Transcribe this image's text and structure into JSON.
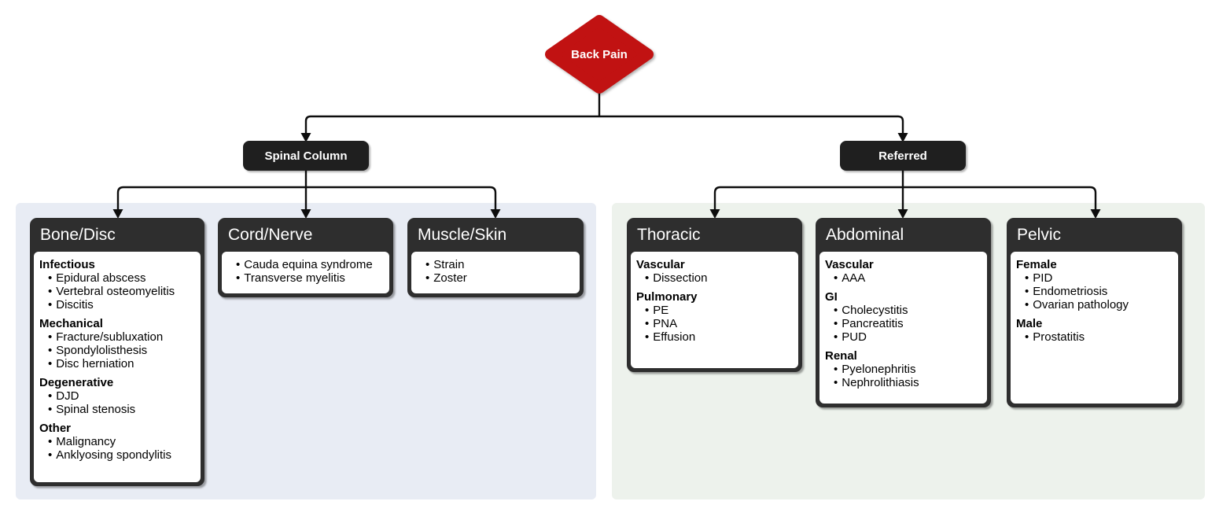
{
  "root": {
    "label": "Back Pain"
  },
  "branches": {
    "left": "Spinal Column",
    "right": "Referred"
  },
  "cards": [
    {
      "title": "Bone/Disc",
      "groups": [
        {
          "heading": "Infectious",
          "items": [
            "Epidural abscess",
            "Vertebral osteomyelitis",
            "Discitis"
          ]
        },
        {
          "heading": "Mechanical",
          "items": [
            "Fracture/subluxation",
            "Spondylolisthesis",
            "Disc herniation"
          ]
        },
        {
          "heading": "Degenerative",
          "items": [
            "DJD",
            "Spinal stenosis"
          ]
        },
        {
          "heading": "Other",
          "items": [
            "Malignancy",
            "Anklyosing spondylitis"
          ]
        }
      ]
    },
    {
      "title": "Cord/Nerve",
      "items": [
        "Cauda equina syndrome",
        "Transverse myelitis"
      ]
    },
    {
      "title": "Muscle/Skin",
      "items": [
        "Strain",
        "Zoster"
      ]
    },
    {
      "title": "Thoracic",
      "groups": [
        {
          "heading": "Vascular",
          "items": [
            "Dissection"
          ]
        },
        {
          "heading": "Pulmonary",
          "items": [
            "PE",
            "PNA",
            "Effusion"
          ]
        }
      ]
    },
    {
      "title": "Abdominal",
      "groups": [
        {
          "heading": "Vascular",
          "items": [
            "AAA"
          ]
        },
        {
          "heading": "GI",
          "items": [
            "Cholecystitis",
            "Pancreatitis",
            "PUD"
          ]
        },
        {
          "heading": "Renal",
          "items": [
            "Pyelonephritis",
            "Nephrolithiasis"
          ]
        }
      ]
    },
    {
      "title": "Pelvic",
      "groups": [
        {
          "heading": "Female",
          "items": [
            "PID",
            "Endometriosis",
            "Ovarian pathology"
          ]
        },
        {
          "heading": "Male",
          "items": [
            "Prostatitis"
          ]
        }
      ]
    }
  ],
  "colors": {
    "root_node_red": "#c11212",
    "branch_button_dark": "#1f1f1f",
    "card_header_dark": "#2e2e2e",
    "panel_spinal_blue": "#e8ecf4",
    "panel_referred_green": "#edf2ec",
    "connector_line": "#0d0d0d"
  }
}
